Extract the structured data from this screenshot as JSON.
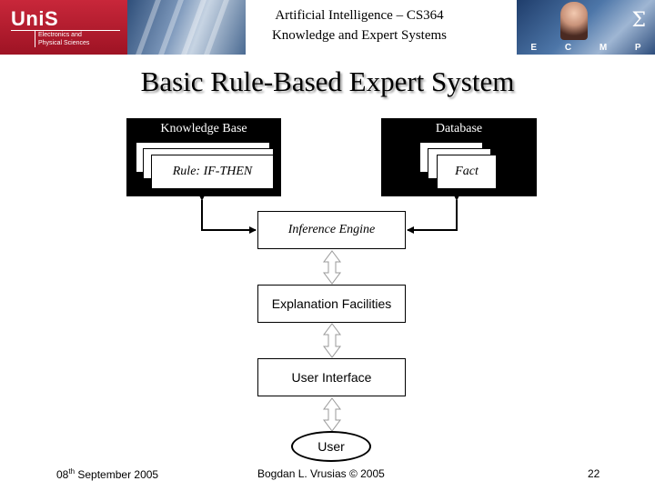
{
  "header": {
    "logo_name": "UniS",
    "logo_sub_1": "Electronics and",
    "logo_sub_2": "Physical Sciences",
    "title_line_1": "Artificial Intelligence – CS364",
    "title_line_2": "Knowledge and Expert Systems",
    "ecmp_letters": [
      "E",
      "C",
      "M",
      "P"
    ]
  },
  "slide": {
    "title": "Basic Rule-Based Expert System"
  },
  "diagram": {
    "knowledge_base": {
      "label": "Knowledge Base",
      "card": "Rule: IF-THEN"
    },
    "database": {
      "label": "Database",
      "card": "Fact"
    },
    "inference_engine": "Inference Engine",
    "explanation_facilities": "Explanation Facilities",
    "user_interface": "User Interface",
    "user": "User"
  },
  "footer": {
    "date_prefix": "08",
    "date_sup": "th",
    "date_rest": " September 2005",
    "author": "Bogdan L. Vrusias © 2005",
    "page": "22"
  }
}
